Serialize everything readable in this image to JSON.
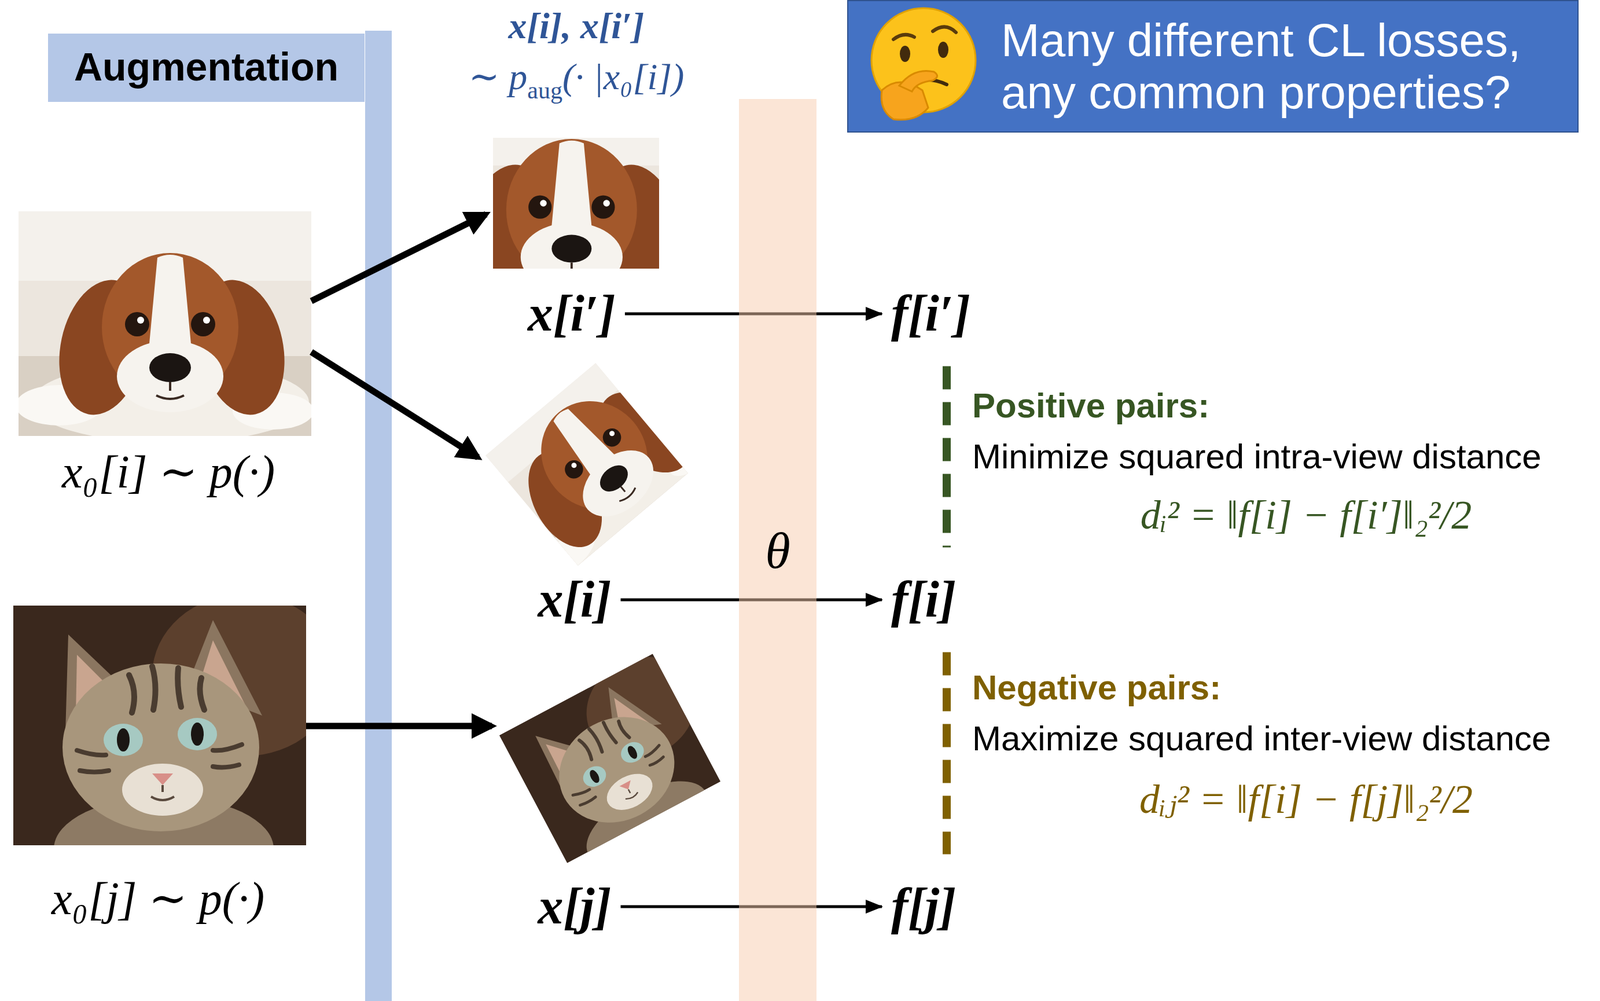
{
  "diagram": {
    "nodes": [
      {
        "text": [
          "Augmentation"
        ]
      },
      {
        "text": [
          "θ"
        ]
      },
      {
        "text": [
          "Many different CL losses, any common properties?"
        ]
      },
      {
        "text": [
          "x[i′]"
        ]
      },
      {
        "text": [
          "x[i]"
        ]
      },
      {
        "text": [
          "x[j]"
        ]
      },
      {
        "text": [
          "f[i′]"
        ]
      },
      {
        "text": [
          "f[i]"
        ]
      },
      {
        "text": [
          "f[j]"
        ]
      }
    ],
    "edges": [
      {
        "from": 3,
        "to": 6,
        "arrow": "to"
      },
      {
        "from": 4,
        "to": 7,
        "arrow": "to"
      },
      {
        "from": 5,
        "to": 8,
        "arrow": "to"
      },
      {
        "from": 6,
        "to": 7,
        "arrow": "none"
      },
      {
        "from": 7,
        "to": 8,
        "arrow": "none"
      }
    ],
    "labels": [
      "x[i], x[i′]",
      "∼ p",
      "aug",
      "(· |x₀[i])",
      "x₀[i] ∼ p(·)",
      "x₀[j] ∼ p(·)",
      "Positive pairs:",
      "Minimize squared intra-view distance",
      "dᵢ² = ‖f[i] − f[i′]‖₂²/2",
      "Negative pairs:",
      "Maximize squared inter-view distance",
      "dᵢⱼ² = ‖f[i] − f[j]‖₂²/2"
    ]
  }
}
